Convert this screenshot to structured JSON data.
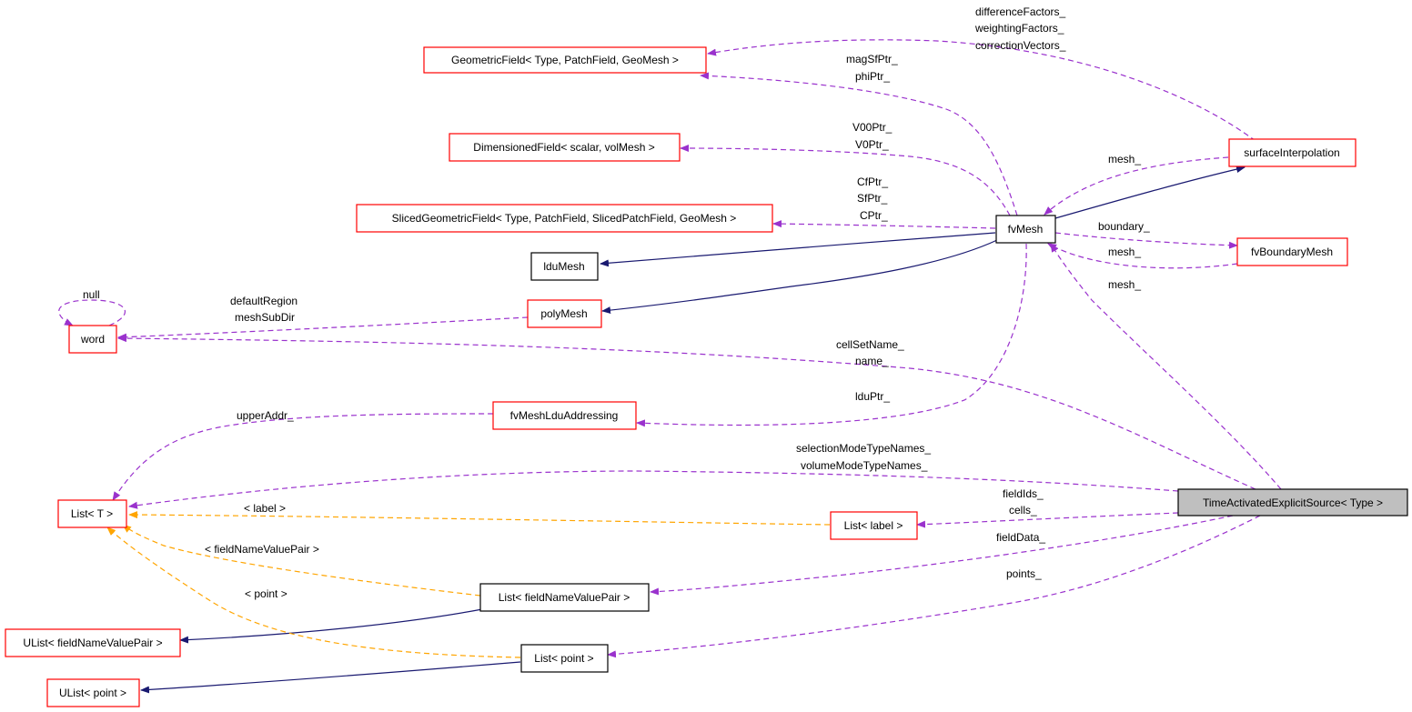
{
  "nodes": {
    "geometricField": "GeometricField< Type, PatchField, GeoMesh >",
    "dimensionedField": "DimensionedField< scalar, volMesh >",
    "slicedGeometricField": "SlicedGeometricField< Type, PatchField, SlicedPatchField, GeoMesh >",
    "lduMesh": "lduMesh",
    "word": "word",
    "polyMesh": "polyMesh",
    "fvMesh": "fvMesh",
    "surfaceInterpolation": "surfaceInterpolation",
    "fvBoundaryMesh": "fvBoundaryMesh",
    "fvMeshLduAddressing": "fvMeshLduAddressing",
    "listT": "List< T >",
    "listLabel": "List< label >",
    "timeActivatedExplicitSource": "TimeActivatedExplicitSource< Type >",
    "listFieldNameValuePair": "List< fieldNameValuePair >",
    "ulistFieldNameValuePair": "UList< fieldNameValuePair >",
    "listPoint": "List< point >",
    "ulistPoint": "UList< point >"
  },
  "edge_labels": {
    "differenceFactors": "differenceFactors_",
    "weightingFactors": "weightingFactors_",
    "correctionVectors": "correctionVectors_",
    "magSfPtr": "magSfPtr_",
    "phiPtr": "phiPtr_",
    "V00Ptr": "V00Ptr_",
    "V0Ptr": "V0Ptr_",
    "CfPtr": "CfPtr_",
    "SfPtr": "SfPtr_",
    "CPtr": "CPtr_",
    "meshSurf": "mesh_",
    "boundary": "boundary_",
    "meshBoundary": "mesh_",
    "meshSource": "mesh_",
    "null": "null",
    "defaultRegion": "defaultRegion",
    "meshSubDir": "meshSubDir",
    "cellSetName": "cellSetName_",
    "name": "name_",
    "lduPtr": "lduPtr_",
    "upperAddr": "upperAddr_",
    "selectionModeTypeNames": "selectionModeTypeNames_",
    "volumeModeTypeNames": "volumeModeTypeNames_",
    "fieldIds": "fieldIds_",
    "cells": "cells_",
    "labelTemplate": "< label >",
    "fieldData": "fieldData_",
    "fieldNameValuePairTemplate": "< fieldNameValuePair >",
    "points": "points_",
    "pointTemplate": "< point >"
  },
  "colors": {
    "usage_edge": "#9a32cd",
    "inheritance_edge": "#191970",
    "template_edge": "#ffa500",
    "documented_node_border": "#ff0000",
    "undocumented_node_border": "#000000",
    "focus_node_fill": "#bfbfbf"
  }
}
